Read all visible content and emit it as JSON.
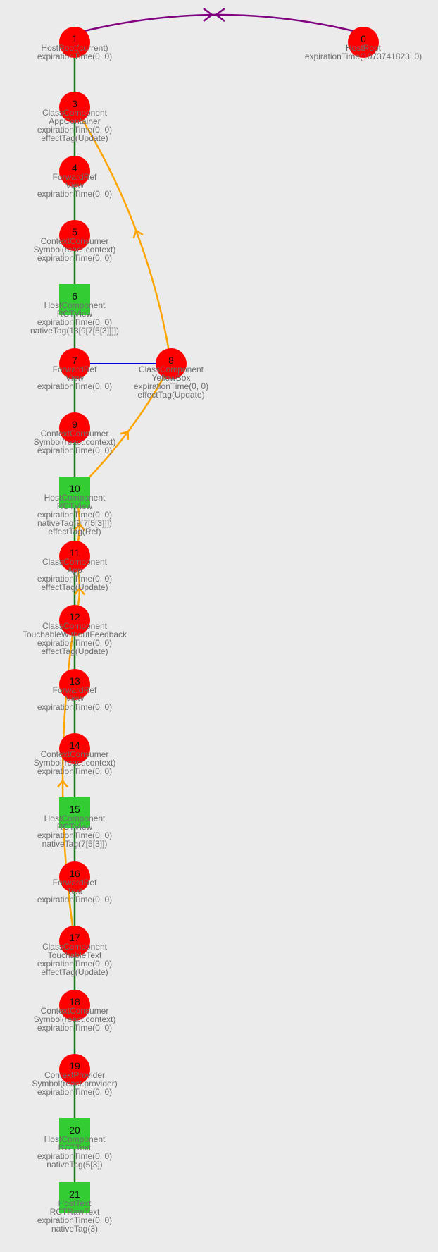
{
  "colors": {
    "background": "#ebebeb",
    "class_node": "#ff0000",
    "host_component_node": "#33cc33",
    "child_edge": "#1a7a1a",
    "sibling_edge": "#0000dd",
    "effect_edge": "#ffa500",
    "alternate_edge": "#800080",
    "label_text": "#6e6e6e"
  },
  "nodes": [
    {
      "id": "1",
      "shape": "circle",
      "lines": [
        "HostRoot(current)",
        "expirationTime(0, 0)"
      ]
    },
    {
      "id": "0",
      "shape": "circle",
      "lines": [
        "HostRoot",
        "expirationTime(1073741823, 0)"
      ]
    },
    {
      "id": "3",
      "shape": "circle",
      "lines": [
        "ClassComponent",
        "AppContainer",
        "expirationTime(0, 0)",
        "effectTag(Update)"
      ]
    },
    {
      "id": "4",
      "shape": "circle",
      "lines": [
        "ForwardRef",
        "View",
        "expirationTime(0, 0)"
      ]
    },
    {
      "id": "5",
      "shape": "circle",
      "lines": [
        "ContextConsumer",
        "Symbol(react.context)",
        "expirationTime(0, 0)"
      ]
    },
    {
      "id": "6",
      "shape": "square",
      "lines": [
        "HostComponent",
        "RCTView",
        "expirationTime(0, 0)",
        "nativeTag(13[9[7[5[3]]]])"
      ]
    },
    {
      "id": "7",
      "shape": "circle",
      "lines": [
        "ForwardRef",
        "View",
        "expirationTime(0, 0)"
      ]
    },
    {
      "id": "8",
      "shape": "circle",
      "lines": [
        "ClassComponent",
        "YellowBox",
        "expirationTime(0, 0)",
        "effectTag(Update)"
      ]
    },
    {
      "id": "9",
      "shape": "circle",
      "lines": [
        "ContextConsumer",
        "Symbol(react.context)",
        "expirationTime(0, 0)"
      ]
    },
    {
      "id": "10",
      "shape": "square",
      "lines": [
        "HostComponent",
        "RCTView",
        "expirationTime(0, 0)",
        "nativeTag(9[7[5[3]]])",
        "effectTag(Ref)"
      ]
    },
    {
      "id": "11",
      "shape": "circle",
      "lines": [
        "ClassComponent",
        "App",
        "expirationTime(0, 0)",
        "effectTag(Update)"
      ]
    },
    {
      "id": "12",
      "shape": "circle",
      "lines": [
        "ClassComponent",
        "TouchableWithoutFeedback",
        "expirationTime(0, 0)",
        "effectTag(Update)"
      ]
    },
    {
      "id": "13",
      "shape": "circle",
      "lines": [
        "ForwardRef",
        "View",
        "expirationTime(0, 0)"
      ]
    },
    {
      "id": "14",
      "shape": "circle",
      "lines": [
        "ContextConsumer",
        "Symbol(react.context)",
        "expirationTime(0, 0)"
      ]
    },
    {
      "id": "15",
      "shape": "square",
      "lines": [
        "HostComponent",
        "RCTView",
        "expirationTime(0, 0)",
        "nativeTag(7[5[3]])"
      ]
    },
    {
      "id": "16",
      "shape": "circle",
      "lines": [
        "ForwardRef",
        "Text",
        "expirationTime(0, 0)"
      ]
    },
    {
      "id": "17",
      "shape": "circle",
      "lines": [
        "ClassComponent",
        "TouchableText",
        "expirationTime(0, 0)",
        "effectTag(Update)"
      ]
    },
    {
      "id": "18",
      "shape": "circle",
      "lines": [
        "ContextConsumer",
        "Symbol(react.context)",
        "expirationTime(0, 0)"
      ]
    },
    {
      "id": "19",
      "shape": "circle",
      "lines": [
        "ContextProvider",
        "Symbol(react.provider)",
        "expirationTime(0, 0)"
      ]
    },
    {
      "id": "20",
      "shape": "square",
      "lines": [
        "HostComponent",
        "RCTText",
        "expirationTime(0, 0)",
        "nativeTag(5[3])"
      ]
    },
    {
      "id": "21",
      "shape": "square",
      "lines": [
        "HostText",
        "RCTRawText",
        "expirationTime(0, 0)",
        "nativeTag(3)"
      ]
    }
  ],
  "edges": {
    "child": [
      [
        "1",
        "3"
      ],
      [
        "3",
        "4"
      ],
      [
        "4",
        "5"
      ],
      [
        "5",
        "6"
      ],
      [
        "6",
        "7"
      ],
      [
        "7",
        "9"
      ],
      [
        "9",
        "10"
      ],
      [
        "10",
        "11"
      ],
      [
        "11",
        "12"
      ],
      [
        "12",
        "13"
      ],
      [
        "13",
        "14"
      ],
      [
        "14",
        "15"
      ],
      [
        "15",
        "16"
      ],
      [
        "16",
        "17"
      ],
      [
        "17",
        "18"
      ],
      [
        "18",
        "19"
      ],
      [
        "19",
        "20"
      ],
      [
        "20",
        "21"
      ]
    ],
    "sibling": [
      [
        "7",
        "8"
      ]
    ],
    "effect": [
      [
        "8",
        "3"
      ],
      [
        "10",
        "8"
      ],
      [
        "11",
        "10"
      ],
      [
        "12",
        "11"
      ],
      [
        "17",
        "12"
      ]
    ],
    "alternate": [
      [
        "1",
        "0"
      ]
    ]
  }
}
